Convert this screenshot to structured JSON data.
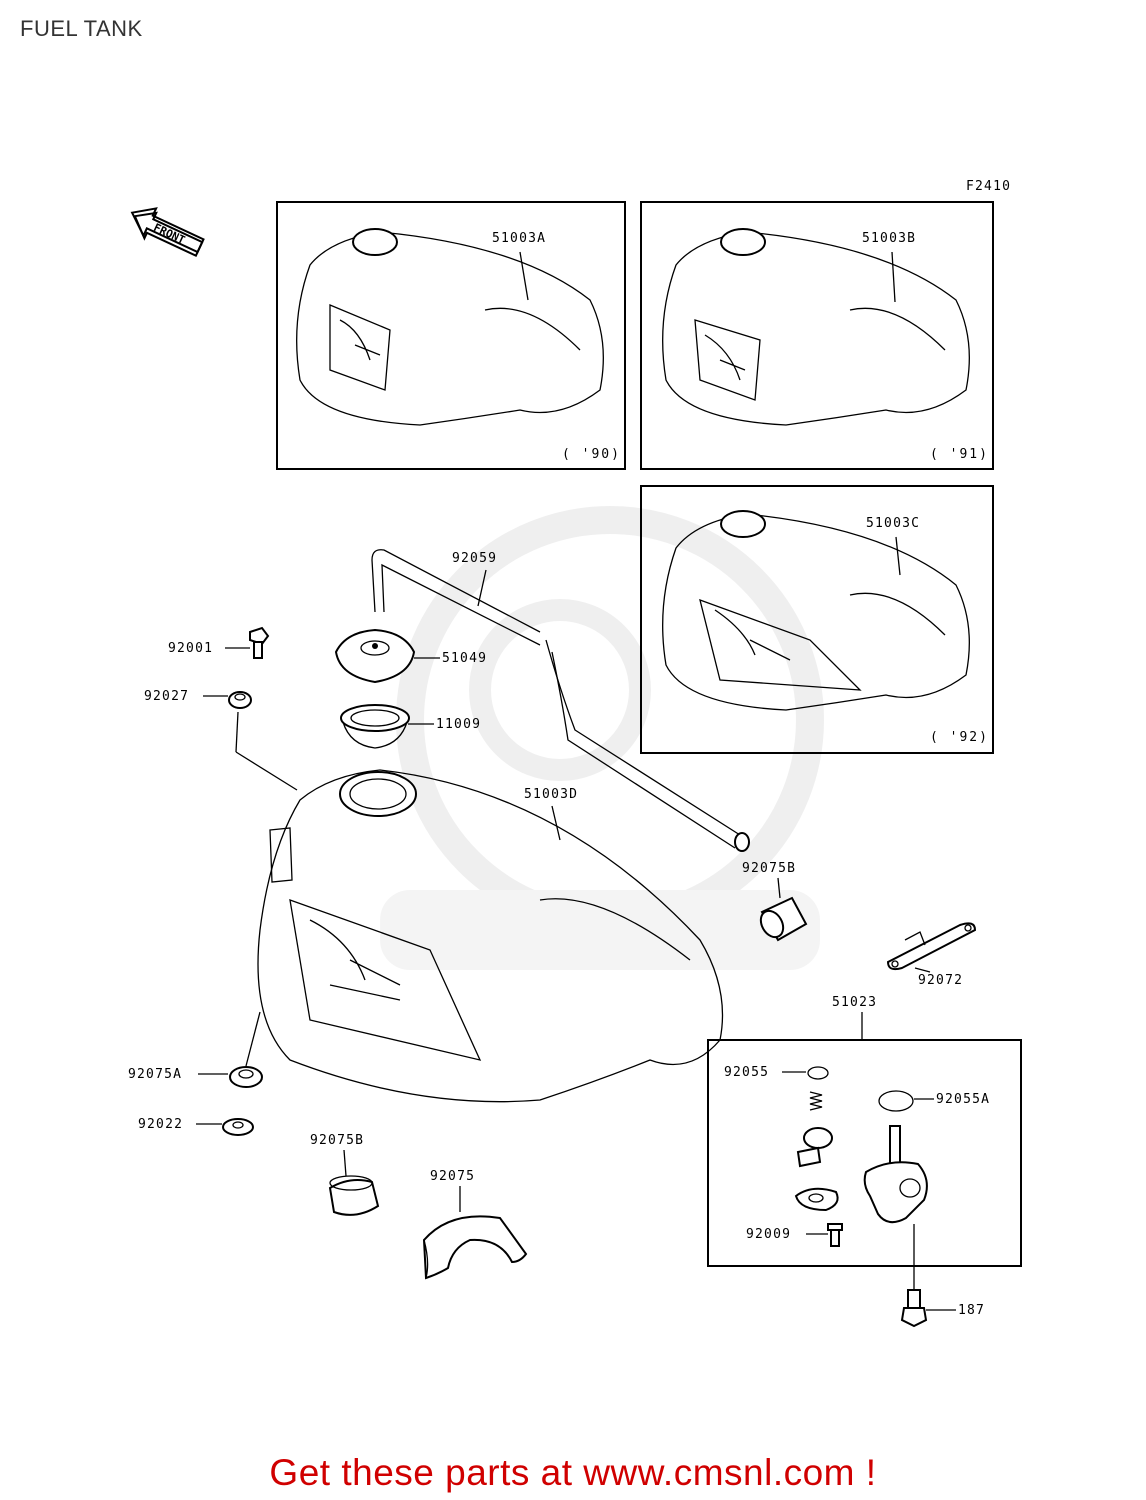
{
  "page": {
    "title": "FUEL TANK",
    "figure_code": "F2410",
    "front_label": "FRONT",
    "footer_text": "Get these parts at www.cmsnl.com !"
  },
  "panels": [
    {
      "part": "51003A",
      "year": "( '90)"
    },
    {
      "part": "51003B",
      "year": "( '91)"
    },
    {
      "part": "51003C",
      "year": "( '92)"
    }
  ],
  "callouts": {
    "p92059": "92059",
    "p92001": "92001",
    "p51049": "51049",
    "p92027": "92027",
    "p11009": "11009",
    "p51003D": "51003D",
    "p92075B_right": "92075B",
    "p92072": "92072",
    "p51023": "51023",
    "p92075A": "92075A",
    "p92022": "92022",
    "p92075B_bottom": "92075B",
    "p92075": "92075",
    "p92055": "92055",
    "p92055A": "92055A",
    "p92009": "92009",
    "p187": "187"
  },
  "colors": {
    "footer": "#d00000",
    "lines": "#000000",
    "watermark": "#e6e6e6"
  }
}
